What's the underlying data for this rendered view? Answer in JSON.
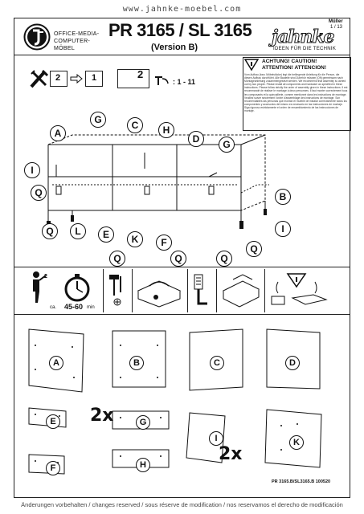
{
  "header": {
    "url": "www.jahnke-moebel.com",
    "producer": "Müller",
    "page": "1 / 13",
    "brand_lines": [
      "OFFICE-MEDIA-",
      "COMPUTER-",
      "MÖBEL"
    ],
    "title": "PR 3165 / SL 3165",
    "version": "(Version B)",
    "logo_text": "jahnke",
    "slogan": "IDEEN FÜR DIE TECHNIK"
  },
  "steps": {
    "step_a": "2",
    "step_b": "1",
    "step_c": "2",
    "range": ": 1 - 11"
  },
  "warning": {
    "title_1": "ACHTUNG! CAUTION!",
    "title_2": "ATTENTION! ATTENCION!",
    "text": "Vom Aufbau (bzw. Möbelstücke) legt die beiliegende Anleitung für die Person, die diesen Aufbau durchführt. Alle Bauteile sind Zubehör müssen (Oft) gemeinsam nach Montageanleitung zusammengesetzt werden. We recommend that assembly is carried out by two people. Please install all components and hardware as specified in these instructions. Please follow strictly the order of assembly given in these instructions. Il est recommandé de réaliser le montage à deux personnes. Il faut monter correctement tous les composants et la quincaillerie, comme mentionné dans les instructions de montage. Veuillez suivre strictement l'ordre d'assemblage des instructions de montage. Son recomendables las personas que montan el mueble de instalar correctamente todos los componentes y accesorios del mismo es necesario en las instrucciones de montaje. Siga riguroso estrictamente el orden de ensamblamiento de las instrucciones de montaje."
  },
  "labels": {
    "A": "A",
    "B": "B",
    "C": "C",
    "D": "D",
    "E": "E",
    "F": "F",
    "G": "G",
    "H": "H",
    "I": "I",
    "K": "K",
    "L": "L",
    "Q": "Q"
  },
  "tools": {
    "ca": "ca.",
    "time": "45-60",
    "unit": "min"
  },
  "parts": {
    "qty_g": "2x",
    "qty_i": "2x"
  },
  "footer": {
    "ref": "PR 3165.B/SL3165.B   100520",
    "notice": "Änderungen vorbehalten / changes reserved / sous réserve de modification / nos reservamos el derecho de modificación"
  }
}
